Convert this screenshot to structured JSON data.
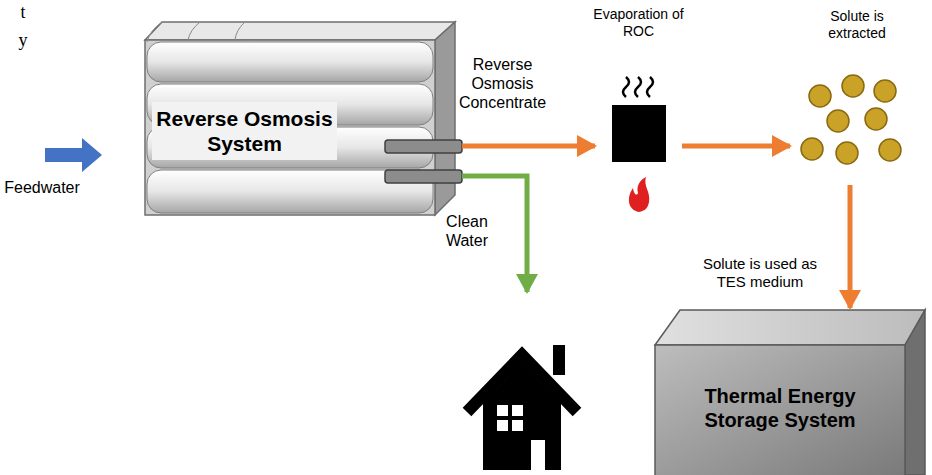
{
  "diagram": {
    "nodes": [
      {
        "text": [
          "Reverse Osmosis System"
        ]
      },
      {
        "text": [
          "Evaporation of ROC"
        ]
      },
      {
        "text": [
          "Solute is extracted"
        ]
      },
      {
        "text": [
          "Thermal Energy Storage System"
        ]
      }
    ],
    "edges": [
      {
        "from": 0,
        "to": 1,
        "arrow": "to",
        "label": "Reverse Osmosis Concentrate"
      },
      {
        "from": 1,
        "to": 2,
        "arrow": "to"
      },
      {
        "from": 2,
        "to": 3,
        "arrow": "to",
        "label": "Solute is used as TES medium"
      }
    ],
    "labels": [
      "t",
      "y",
      "Feedwater",
      "Clean Water"
    ]
  }
}
